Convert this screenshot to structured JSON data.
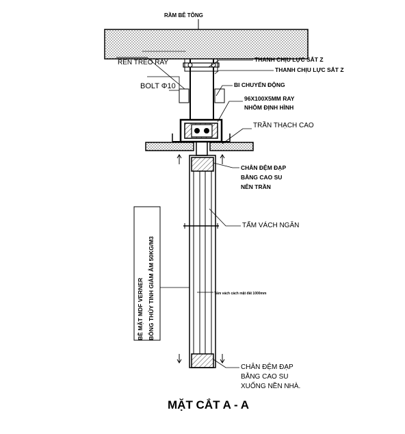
{
  "drawing": {
    "title": "MẶT CẮT A - A",
    "labels": {
      "ceiling_slab": "RẦM BÊ TÔNG",
      "hanger_rod": "REN TREO RAY",
      "bolt": "BOLT Φ10",
      "z_bracket_1": "THANH CHỊU LỰC SẮT Z",
      "z_bracket_2": "THANH CHỊU LỰC SẮT Z",
      "trolley": "BI CHUYỂN ĐỘNG",
      "rail_line1": "96X100X5MM RAY",
      "rail_line2": "NHÔM ĐỊNH HÌNH",
      "gypsum_ceiling": "TRẦN THẠCH CAO",
      "top_seal_line1": "CHÂN ĐỆM ĐẠP",
      "top_seal_line2": "BẰNG CAO SU",
      "top_seal_line3": "NÊN TRẦN",
      "partition_panel": "TẤM VÁCH NGĂN",
      "panel_note": "Tấm vách cách mặt đất 1000mm",
      "bottom_seal_line1": "CHÂN ĐỆM ĐẠP",
      "bottom_seal_line2": "BẰNG CAO SU",
      "bottom_seal_line3": "XUỐNG NỀN NHÀ.",
      "vertical_line1": "BỀ MẶT MDF VERNER",
      "vertical_line2": "BÔNG THỦY TINH GIẢM ÂM 50KG/M3"
    }
  }
}
